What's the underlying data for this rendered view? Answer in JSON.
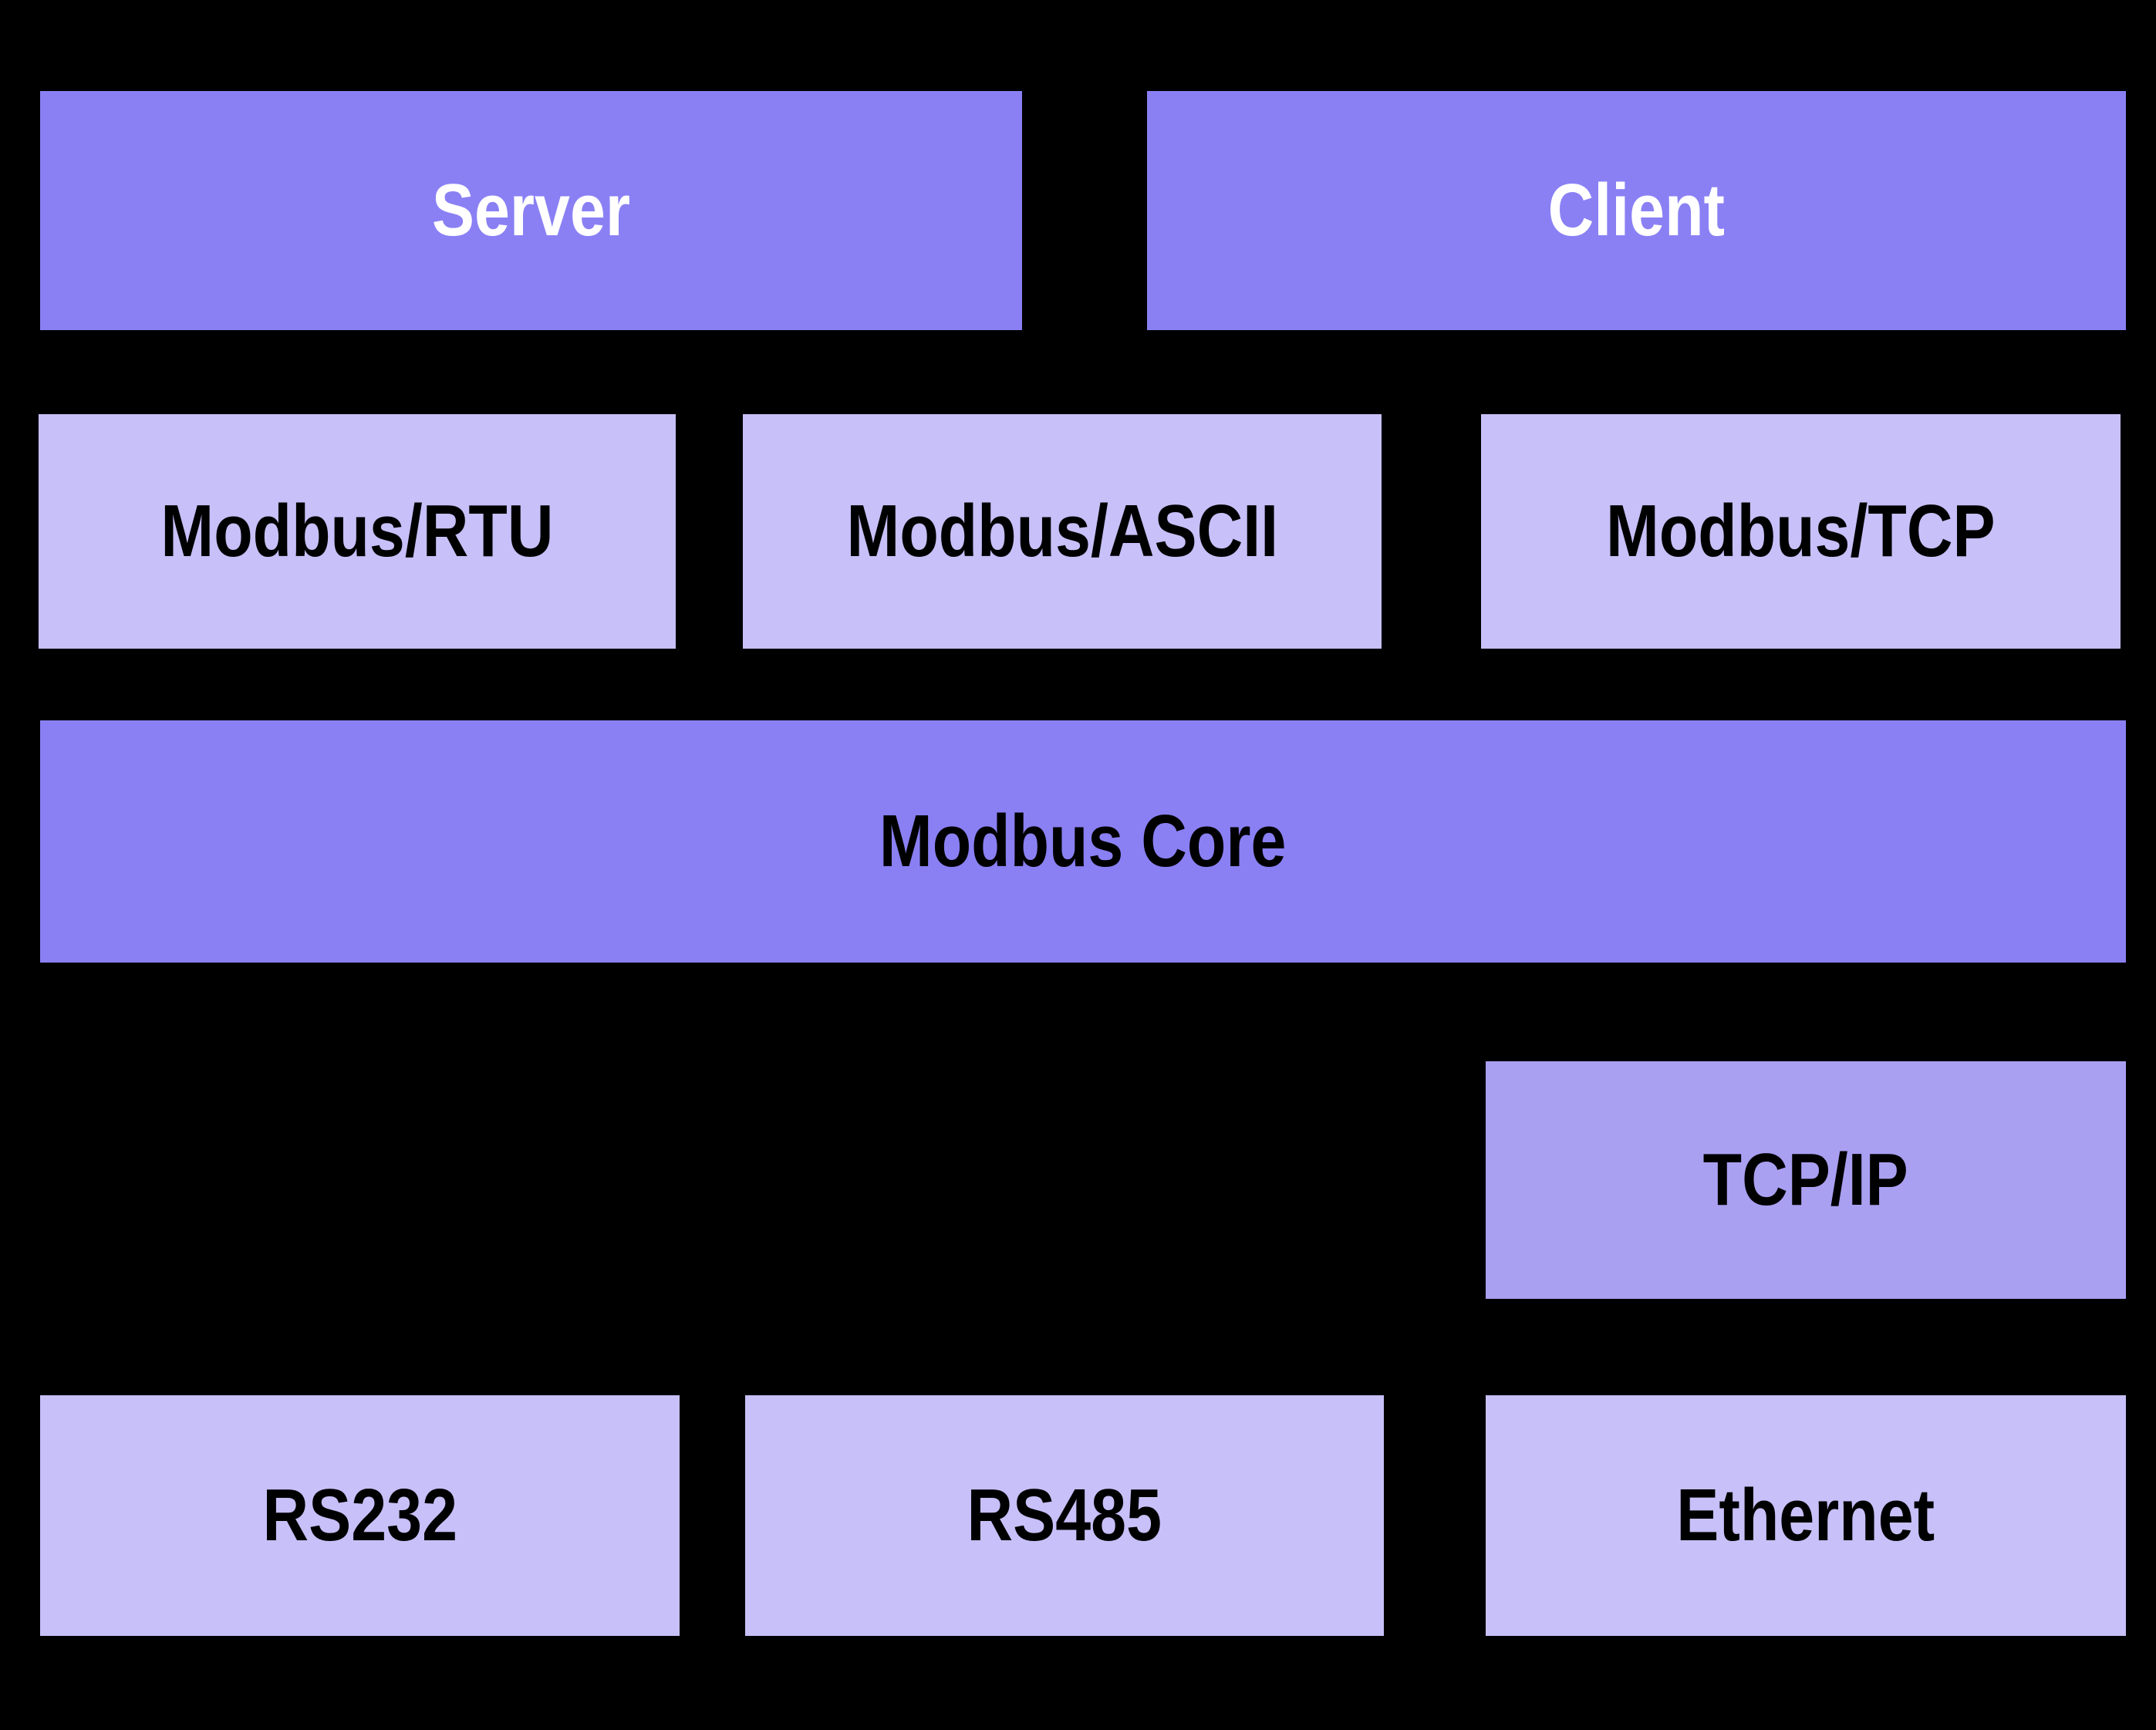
{
  "colors": {
    "background": "#000000",
    "node_primary": "#8A80F4",
    "node_light": "#C7C0F9",
    "node_mid": "#A9A0F2",
    "label_on_primary": "#FFFFFF",
    "label_dark": "#000000"
  },
  "nodes": {
    "server": {
      "label": "Server"
    },
    "client": {
      "label": "Client"
    },
    "modbus_rtu": {
      "label": "Modbus/RTU"
    },
    "modbus_ascii": {
      "label": "Modbus/ASCII"
    },
    "modbus_tcp": {
      "label": "Modbus/TCP"
    },
    "modbus_core": {
      "label": "Modbus Core"
    },
    "tcp_ip": {
      "label": "TCP/IP"
    },
    "rs232": {
      "label": "RS232"
    },
    "rs485": {
      "label": "RS485"
    },
    "ethernet": {
      "label": "Ethernet"
    }
  }
}
